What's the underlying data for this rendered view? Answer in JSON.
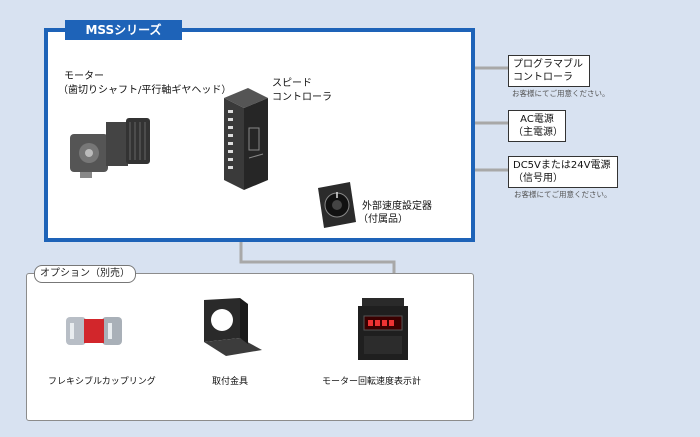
{
  "series_title": "MSSシリーズ",
  "motor": {
    "line1": "モーター",
    "line2": "（歯切りシャフト/平行軸ギヤヘッド）"
  },
  "controller": {
    "line1": "スピード",
    "line2": "コントローラ"
  },
  "potentiometer": {
    "line1": "外部速度設定器",
    "line2": "（付属品）"
  },
  "plc": {
    "line1": "プログラマブル",
    "line2": "コントローラ",
    "note": "お客様にてご用意ください。"
  },
  "ac_power": {
    "line1": "AC電源",
    "line2": "（主電源）"
  },
  "dc_power": {
    "line1": "DC5Vまたは24V電源",
    "line2": "（信号用）",
    "note": "お客様にてご用意ください。"
  },
  "options": {
    "label": "オプション（別売）",
    "coupling": "フレキシブルカップリング",
    "bracket": "取付金具",
    "speed_meter": "モーター回転速度表示計"
  },
  "colors": {
    "accent": "#1e63b8",
    "wire": "#a8a8a8"
  }
}
